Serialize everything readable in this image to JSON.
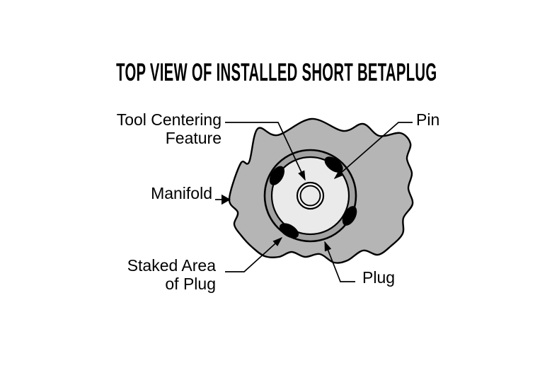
{
  "title": "TOP VIEW OF INSTALLED SHORT BETAPLUG",
  "labels": {
    "tool_centering": {
      "line1": "Tool Centering",
      "line2": "Feature"
    },
    "pin": "Pin",
    "manifold": "Manifold",
    "staked_area": {
      "line1": "Staked Area",
      "line2": "of Plug"
    },
    "plug": "Plug"
  },
  "colors": {
    "background": "#ffffff",
    "outline": "#000000",
    "manifold_fill": "#b5b5b5",
    "plug_ring_fill": "#a2a2a2",
    "pin_face_fill": "#eaeaea",
    "centering_gap_fill": "#ffffff",
    "staked_fill": "#000000",
    "text": "#000000"
  }
}
